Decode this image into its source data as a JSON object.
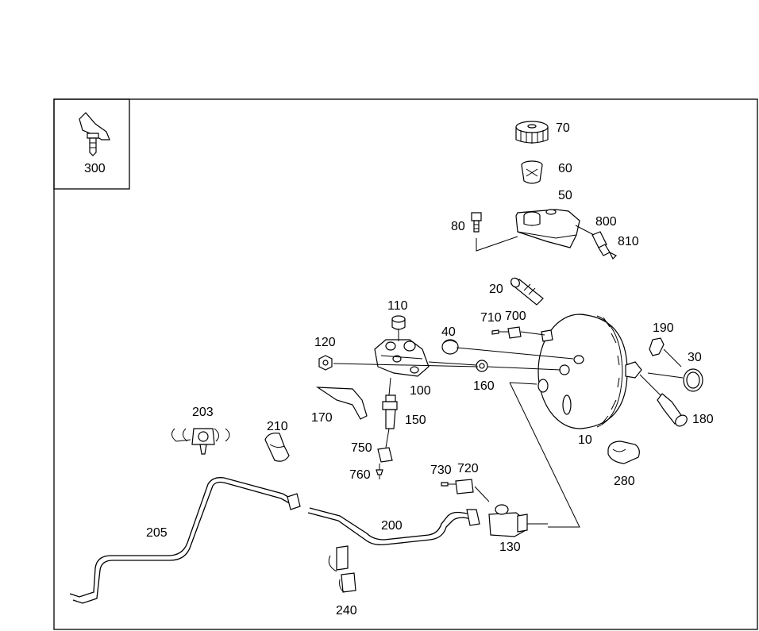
{
  "parts": {
    "p10": "10",
    "p20": "20",
    "p30": "30",
    "p40": "40",
    "p50": "50",
    "p60": "60",
    "p70": "70",
    "p80": "80",
    "p100": "100",
    "p110": "110",
    "p120": "120",
    "p130": "130",
    "p150": "150",
    "p160": "160",
    "p170": "170",
    "p180": "180",
    "p190": "190",
    "p200": "200",
    "p203": "203",
    "p205": "205",
    "p210": "210",
    "p240": "240",
    "p280": "280",
    "p300": "300",
    "p700": "700",
    "p710": "710",
    "p720": "720",
    "p730": "730",
    "p750": "750",
    "p760": "760",
    "p800": "800",
    "p810": "810"
  }
}
